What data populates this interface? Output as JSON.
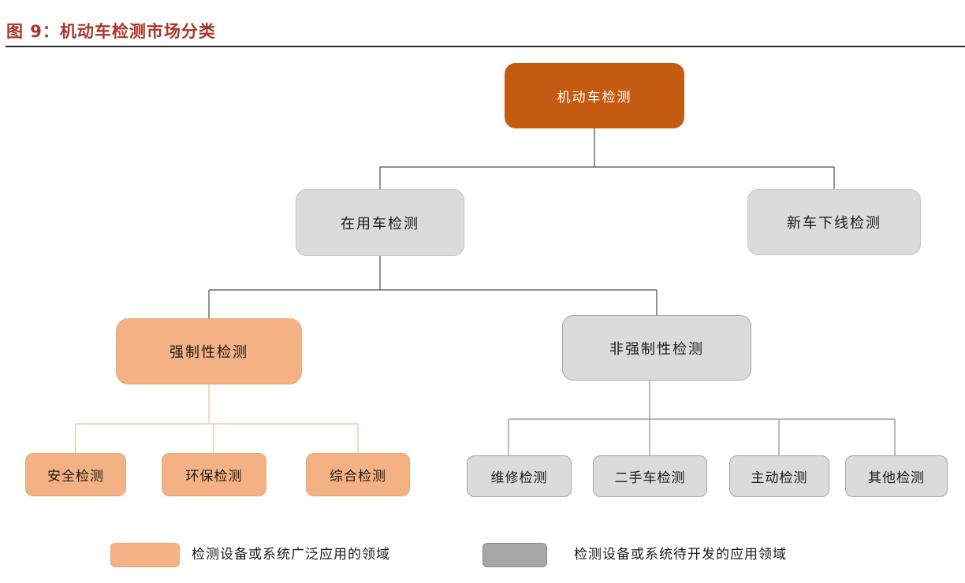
{
  "figure": {
    "title": "图 9：机动车检测市场分类"
  },
  "colors": {
    "title_red": "#A93529",
    "rule_dark": "#2B2B2B",
    "root_fill": "#C55A11",
    "root_text": "#FFFFFF",
    "orange_fill": "#F4B183",
    "orange_border": "#E9A877",
    "orange_line": "#F2CBAA",
    "gray_fill": "#DBDBDB",
    "gray_border_light": "#C6C6C6",
    "gray_border": "#A6A6A6",
    "legend_gray": "#A6A6A6",
    "line_dark": "#4D4D4D",
    "line_gray": "#8F8F8F"
  },
  "tree": {
    "root": {
      "label": "机动车检测"
    },
    "level2": [
      {
        "label": "在用车检测"
      },
      {
        "label": "新车下线检测"
      }
    ],
    "level3": [
      {
        "label": "强制性检测"
      },
      {
        "label": "非强制性检测"
      }
    ],
    "leaves_mandatory": [
      {
        "label": "安全检测"
      },
      {
        "label": "环保检测"
      },
      {
        "label": "综合检测"
      }
    ],
    "leaves_nonmandatory": [
      {
        "label": "维修检测"
      },
      {
        "label": "二手车检测"
      },
      {
        "label": "主动检测"
      },
      {
        "label": "其他检测"
      }
    ]
  },
  "legend": [
    {
      "swatch": "orange",
      "label": "检测设备或系统广泛应用的领域"
    },
    {
      "swatch": "gray",
      "label": "检测设备或系统待开发的应用领域"
    }
  ]
}
